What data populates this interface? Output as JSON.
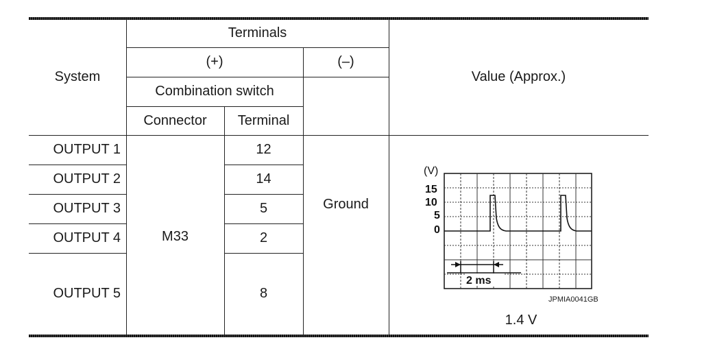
{
  "header": {
    "system": "System",
    "terminals": "Terminals",
    "plus": "(+)",
    "minus": "(–)",
    "combination_switch": "Combination switch",
    "connector": "Connector",
    "terminal": "Terminal",
    "value": "Value (Approx.)"
  },
  "rows": [
    {
      "system": "OUTPUT 1",
      "terminal": "12"
    },
    {
      "system": "OUTPUT 2",
      "terminal": "14"
    },
    {
      "system": "OUTPUT 3",
      "terminal": "5"
    },
    {
      "system": "OUTPUT 4",
      "terminal": "2"
    },
    {
      "system": "OUTPUT 5",
      "terminal": "8"
    }
  ],
  "connector_value": "M33",
  "ground": "Ground",
  "waveform": {
    "unit_label": "(V)",
    "y_ticks": [
      "15",
      "10",
      "5",
      "0"
    ],
    "time_label": "2 ms",
    "code": "JPMIA0041GB"
  },
  "value_text": "1.4 V"
}
